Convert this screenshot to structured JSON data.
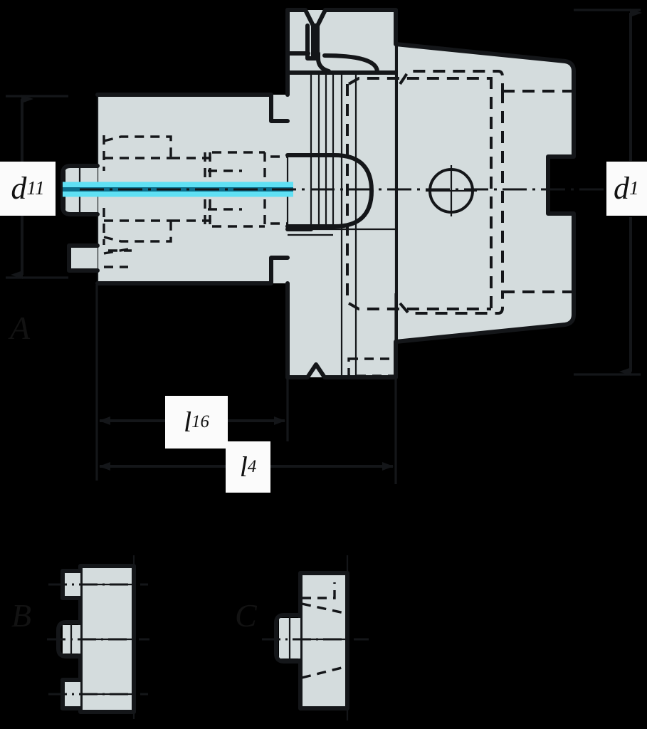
{
  "drawing": {
    "title": "HSK tool holder sectional drawing",
    "background_color": "#000000",
    "metal_fill": "#d4dcdd",
    "outline_color": "#141619",
    "coolant_color": "#5fe0f4",
    "coolant_core_color": "#0e7fa0",
    "label_bg": "#fbfbfb"
  },
  "dimensions": {
    "left_diameter": {
      "symbol": "d",
      "subscript": "11",
      "text": "d11"
    },
    "right_diameter": {
      "symbol": "d",
      "subscript": "1",
      "text": "d1"
    },
    "length_short": {
      "symbol": "l",
      "subscript": "16",
      "text": "l16"
    },
    "length_long": {
      "symbol": "l",
      "subscript": "4",
      "text": "l4"
    }
  },
  "view_labels": {
    "section_a": "A",
    "view_b": "B",
    "view_c": "C"
  },
  "features": {
    "coolant_channel": "central coolant through-hole",
    "flange_notch": "v-notch drive slot",
    "bore_circle": "clamping bore",
    "hidden_lines": "dashed hidden geometry",
    "centerline": "dash-dot axis"
  }
}
